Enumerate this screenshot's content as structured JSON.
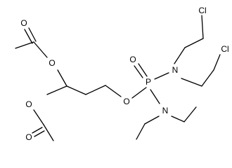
{
  "molecule": {
    "atoms": {
      "chlorine_top": "Cl",
      "chlorine_right": "Cl",
      "oxygen_phosphoryl": "O",
      "phosphorus": "P",
      "nitrogen_upper": "N",
      "nitrogen_lower": "N",
      "oxygen_ester": "O",
      "oxygen_acetoxy_upper": "O",
      "oxygen_acetoxy_lower": "O",
      "oxygen_carbonyl_upper": "O",
      "oxygen_carbonyl_lower": "O"
    }
  }
}
